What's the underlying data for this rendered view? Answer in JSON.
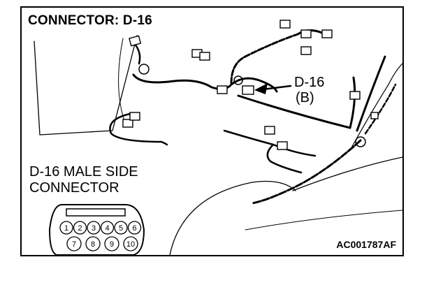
{
  "diagram": {
    "title": "CONNECTOR: D-16",
    "callout_connector": "D-16",
    "callout_variant": "(B)",
    "male_side_line1": "D-16 MALE SIDE",
    "male_side_line2": "CONNECTOR",
    "figure_code": "AC001787AF",
    "pins_top": [
      "1",
      "2",
      "3",
      "4",
      "5",
      "6"
    ],
    "pins_bottom": [
      "7",
      "8",
      "9",
      "10"
    ]
  },
  "colors": {
    "ink": "#000000",
    "paper": "#ffffff"
  }
}
